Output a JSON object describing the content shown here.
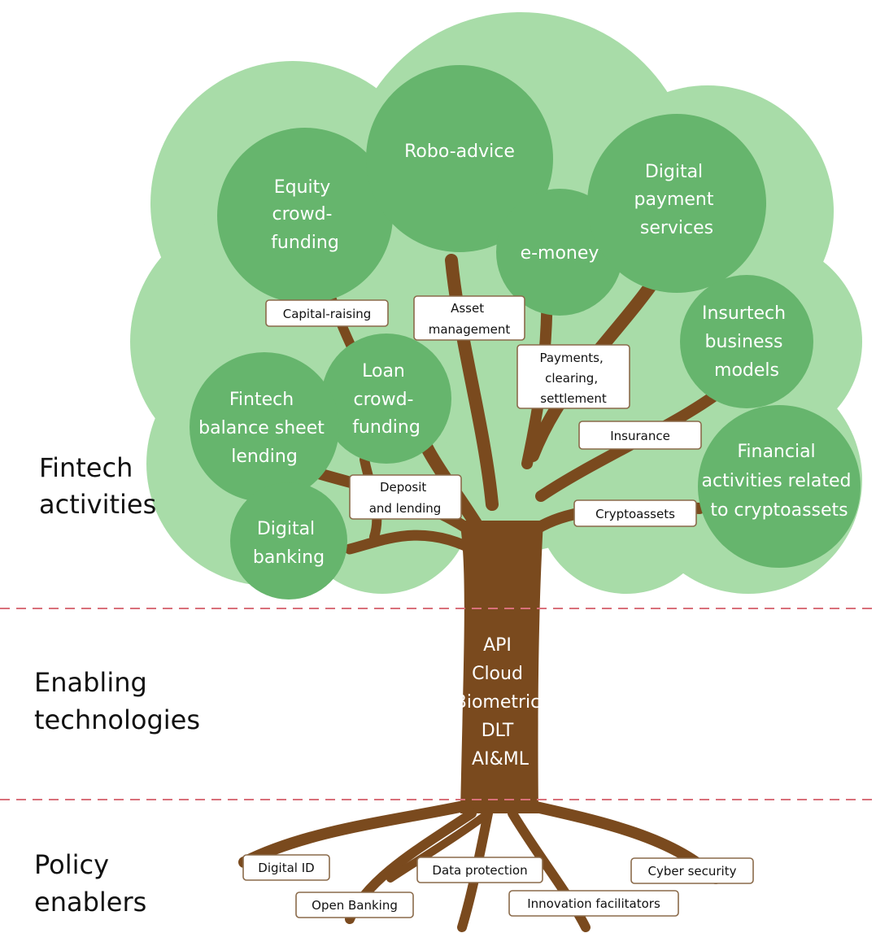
{
  "colors": {
    "canopy": "#a8dca8",
    "bubble": "#66b56d",
    "trunk": "#7a4a1e",
    "divider": "#d9707a",
    "tag_border": "#8a6a4a"
  },
  "sections": {
    "fintech_activities": [
      "Fintech",
      "activities"
    ],
    "enabling_technologies": [
      "Enabling",
      "technologies"
    ],
    "policy_enablers": [
      "Policy",
      "enablers"
    ]
  },
  "bubbles": {
    "equity_crowdfunding": [
      "Equity",
      "crowd-",
      "funding"
    ],
    "robo_advice": [
      "Robo-advice"
    ],
    "e_money": [
      "e-money"
    ],
    "digital_payment_services": [
      "Digital",
      "payment",
      "services"
    ],
    "insurtech_business_models": [
      "Insurtech",
      "business",
      "models"
    ],
    "loan_crowdfunding": [
      "Loan",
      "crowd-",
      "funding"
    ],
    "fintech_balance_sheet_lending": [
      "Fintech",
      "balance sheet",
      "lending"
    ],
    "digital_banking": [
      "Digital",
      "banking"
    ],
    "financial_activities_cryptoassets": [
      "Financial",
      "activities related",
      "to cryptoassets"
    ]
  },
  "activity_tags": {
    "capital_raising": [
      "Capital-raising"
    ],
    "asset_management": [
      "Asset",
      "management"
    ],
    "payments_clearing_settlement": [
      "Payments,",
      "clearing,",
      "settlement"
    ],
    "insurance": [
      "Insurance"
    ],
    "deposit_and_lending": [
      "Deposit",
      "and lending"
    ],
    "cryptoassets": [
      "Cryptoassets"
    ]
  },
  "technologies": [
    "API",
    "Cloud",
    "Biometric",
    "DLT",
    "AI&ML"
  ],
  "policy_tags": {
    "digital_id": "Digital ID",
    "open_banking": "Open Banking",
    "data_protection": "Data protection",
    "innovation_facilitators": "Innovation facilitators",
    "cyber_security": "Cyber security"
  }
}
